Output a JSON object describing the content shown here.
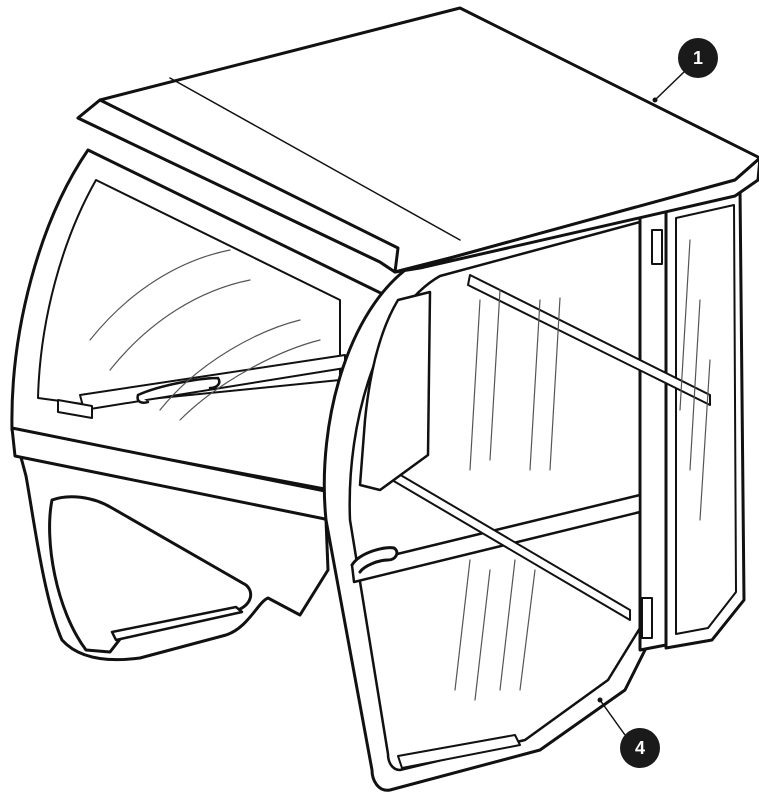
{
  "diagram": {
    "callouts": [
      {
        "id": "callout-1",
        "label": "1"
      },
      {
        "id": "callout-4",
        "label": "4"
      }
    ]
  },
  "colors": {
    "line": "#111111",
    "glass_lines": "#555555",
    "fill": "#ffffff",
    "callout_fill": "#1a1a1a",
    "callout_text": "#ffffff"
  }
}
